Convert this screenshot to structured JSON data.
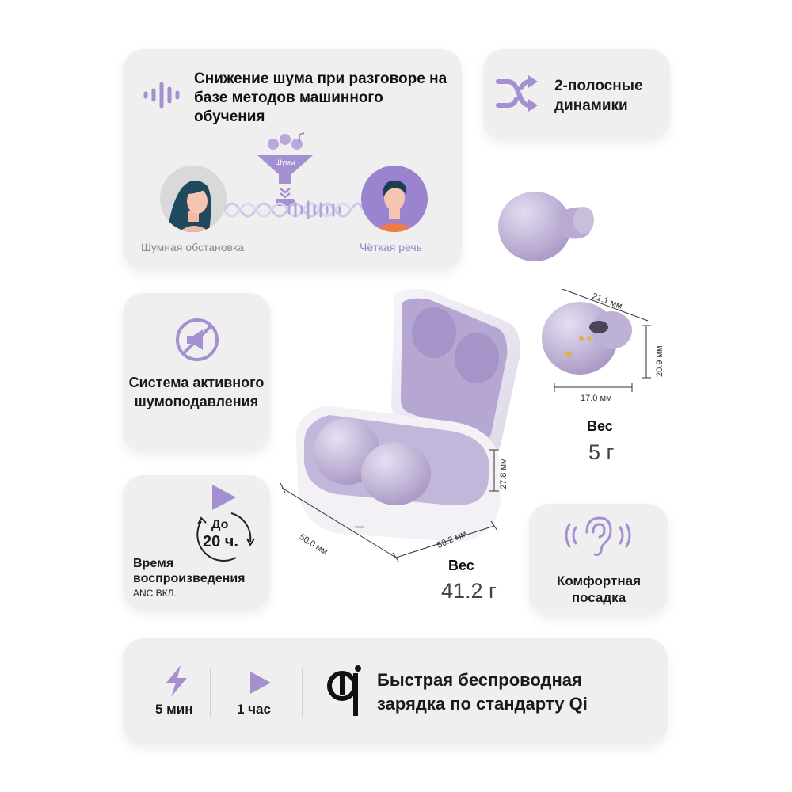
{
  "ml_card": {
    "title": "Снижение шума при разговоре на базе методов машинного обучения",
    "noise_label": "Шумы",
    "left_caption": "Шумная обстановка",
    "right_caption": "Чёткая речь"
  },
  "speakers_card": {
    "title": "2-полосные динамики"
  },
  "anc_card": {
    "title": "Система активного шумоподавления"
  },
  "playback_card": {
    "prefix": "До",
    "hours": "20 ч.",
    "title": "Время воспроизведения",
    "note": "ANC ВКЛ."
  },
  "fit_card": {
    "title": "Комфортная посадка"
  },
  "case": {
    "dim_width": "50.0 мм",
    "dim_depth": "50.2 мм",
    "dim_height": "27.8 мм",
    "weight_label": "Вес",
    "weight_value": "41.2 г"
  },
  "bud": {
    "dim_top": "21.1 мм",
    "dim_side": "20.9 мм",
    "dim_bottom": "17.0 мм",
    "weight_label": "Вес",
    "weight_value": "5 г"
  },
  "charging_card": {
    "charge_time": "5 мин",
    "play_time": "1 час",
    "title": "Быстрая беспроводная зарядка по стандарту Qi"
  },
  "colors": {
    "accent": "#a48fd1",
    "card": "#efefef",
    "earbud": "#c9bfdc"
  },
  "icons": [
    "waveform-icon",
    "shuffle-icon",
    "muted-megaphone-icon",
    "play-icon",
    "lightning-icon",
    "ear-icon",
    "qi-logo"
  ]
}
